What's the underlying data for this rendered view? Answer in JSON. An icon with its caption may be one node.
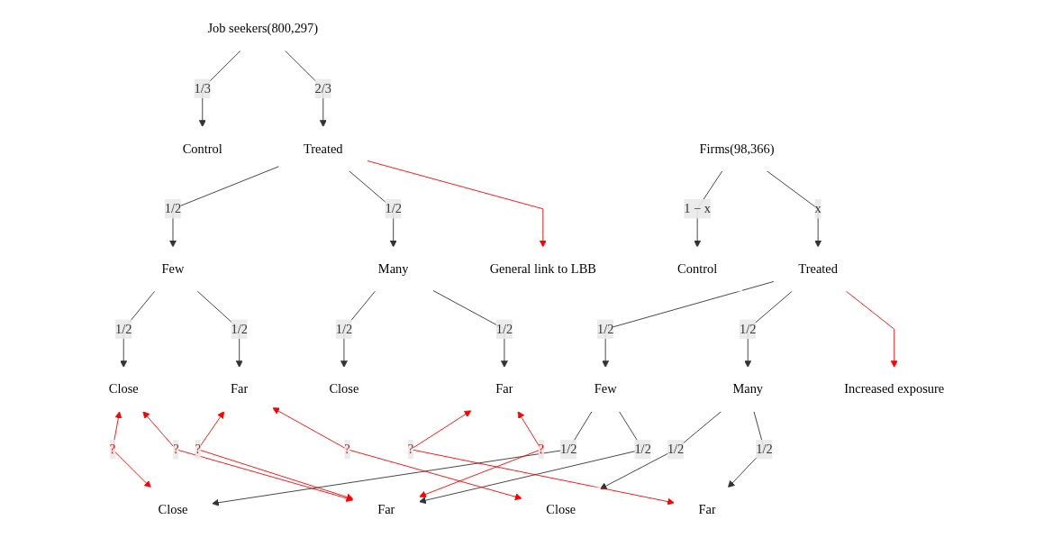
{
  "diagram": {
    "nodes": [
      {
        "text": [
          "Control"
        ]
      },
      {
        "text": [
          "Job seekers(800,297)"
        ]
      },
      {
        "text": [
          "Treated"
        ]
      },
      {
        "text": [
          "General link to LBB"
        ]
      },
      {
        "text": [
          "Few"
        ]
      },
      {
        "text": [
          "Many"
        ]
      },
      {
        "text": [
          "Close"
        ]
      },
      {
        "text": [
          "Far"
        ]
      },
      {
        "text": [
          "Close"
        ]
      },
      {
        "text": [
          "Far"
        ]
      },
      {
        "text": [
          "Close"
        ]
      },
      {
        "text": [
          "Far"
        ]
      },
      {
        "text": [
          "Close"
        ]
      },
      {
        "text": [
          "Far"
        ]
      },
      {
        "text": [
          "Few"
        ]
      },
      {
        "text": [
          "Many"
        ]
      },
      {
        "text": [
          "Treated"
        ]
      },
      {
        "text": [
          "Firms(98,366)"
        ]
      },
      {
        "text": [
          "Control"
        ]
      },
      {
        "text": [
          "Increased exposure"
        ]
      }
    ],
    "edges": [
      {
        "from": 1,
        "to": 0,
        "arrow": "to",
        "label": "1/3"
      },
      {
        "from": 1,
        "to": 2,
        "arrow": "to",
        "label": "2/3"
      },
      {
        "from": 2,
        "to": 4,
        "arrow": "to",
        "label": "1/2"
      },
      {
        "from": 2,
        "to": 5,
        "arrow": "to",
        "label": "1/2"
      },
      {
        "from": 4,
        "to": 6,
        "arrow": "to",
        "label": "1/2"
      },
      {
        "from": 4,
        "to": 7,
        "arrow": "to",
        "label": "1/2"
      },
      {
        "from": 5,
        "to": 8,
        "arrow": "to",
        "label": "1/2"
      },
      {
        "from": 5,
        "to": 9,
        "arrow": "to",
        "label": "1/2"
      },
      {
        "from": 2,
        "to": 3,
        "arrow": "to",
        "color": "#ff0000"
      },
      {
        "from": 17,
        "to": 18,
        "arrow": "to",
        "label": "1 − x"
      },
      {
        "from": 17,
        "to": 16,
        "arrow": "to",
        "label": "x"
      },
      {
        "from": 16,
        "to": 14,
        "arrow": "to",
        "label": "1/2"
      },
      {
        "from": 16,
        "to": 15,
        "arrow": "to",
        "label": "1/2"
      },
      {
        "from": 14,
        "to": 10,
        "arrow": "to",
        "label": "1/2"
      },
      {
        "from": 14,
        "to": 11,
        "arrow": "to",
        "label": "1/2"
      },
      {
        "from": 15,
        "to": 12,
        "arrow": "to",
        "label": "1/2"
      },
      {
        "from": 15,
        "to": 13,
        "arrow": "to",
        "label": "1/2"
      },
      {
        "from": 16,
        "to": 19,
        "arrow": "to",
        "color": "#ff0000"
      },
      {
        "from": 6,
        "to": 10,
        "arrow": "both",
        "label": "?",
        "color": "#ff0000"
      },
      {
        "from": 7,
        "to": 11,
        "arrow": "both",
        "label": "?",
        "color": "#ff0000"
      },
      {
        "from": 9,
        "to": 13,
        "arrow": "both",
        "label": "?",
        "color": "#ff0000"
      },
      {
        "from": 6,
        "to": 11,
        "arrow": "both",
        "label": "?",
        "color": "#ff0000"
      },
      {
        "from": 9,
        "to": 11,
        "arrow": "both",
        "label": "?",
        "color": "#ff0000"
      },
      {
        "from": 7,
        "to": 12,
        "arrow": "both",
        "label": "?",
        "color": "#ff0000"
      }
    ]
  }
}
